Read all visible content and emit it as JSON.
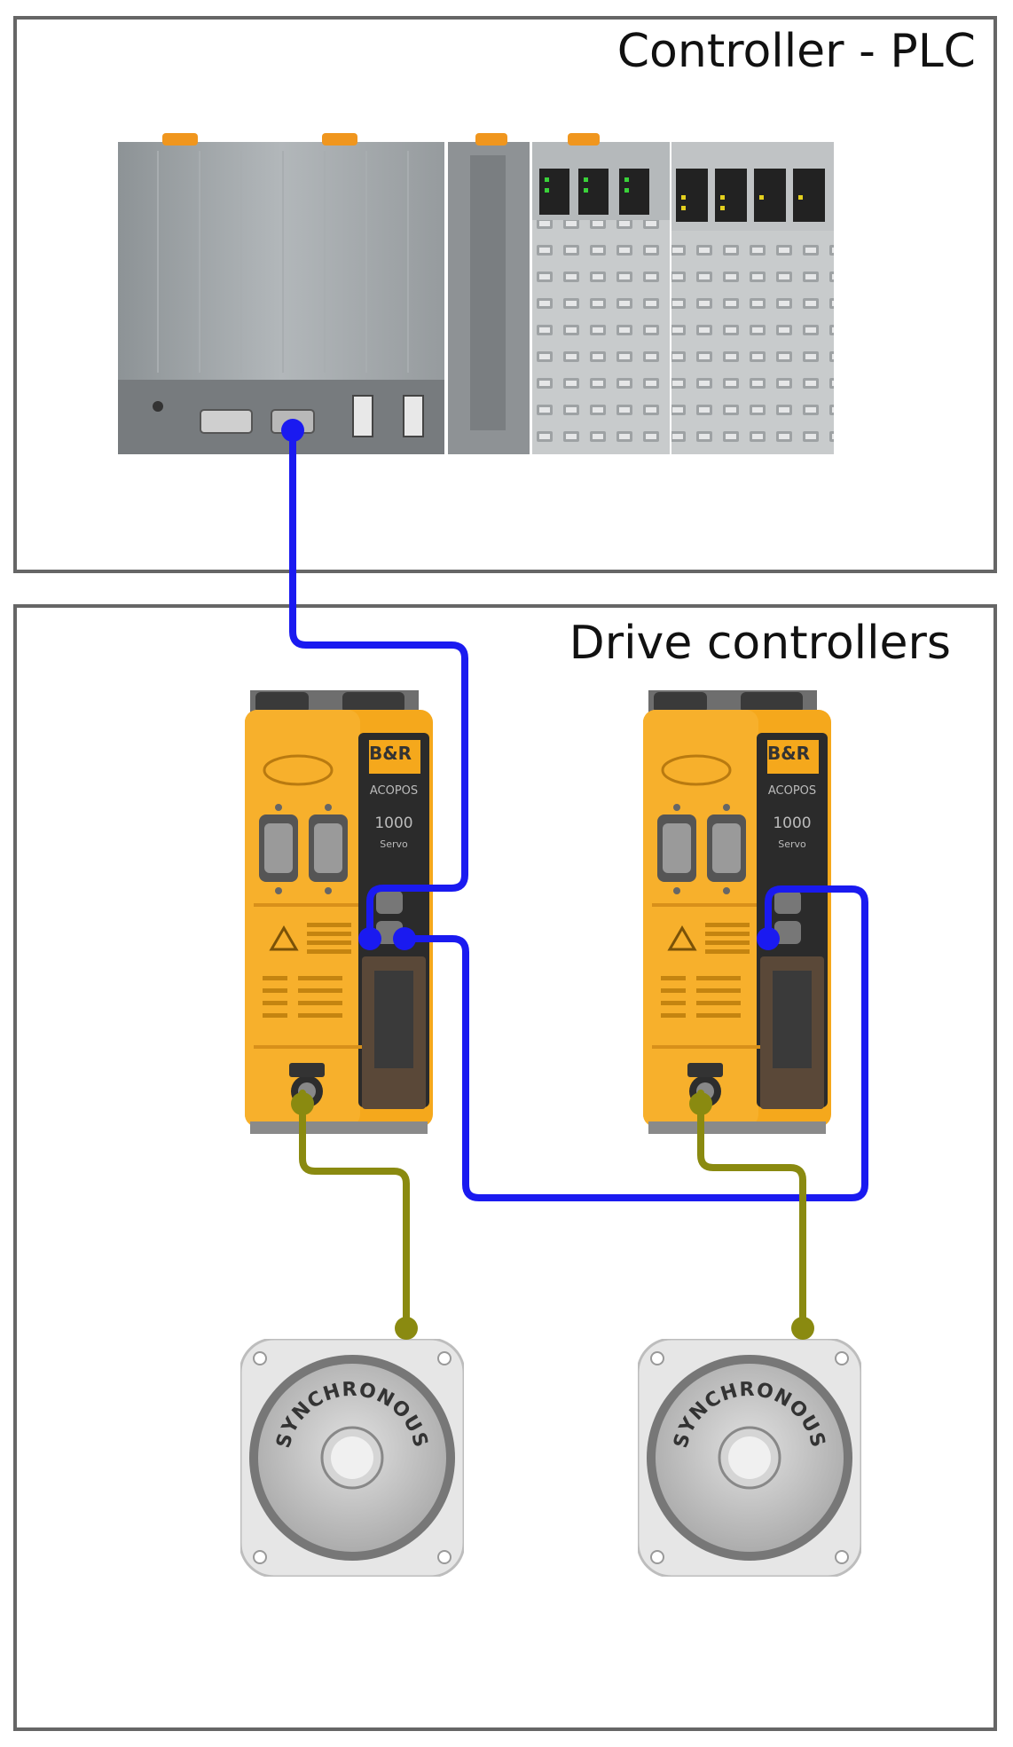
{
  "sections": {
    "controller_title": "Controller - PLC",
    "drives_title": "Drive controllers"
  },
  "drive": {
    "brand": "B&R",
    "name": "ACOPOS",
    "model": "1000",
    "subtitle": "Servo"
  },
  "motor": {
    "text": "SYNCHRONOUS"
  },
  "colors": {
    "frame": "#666666",
    "ethernet_cable": "#1a1af0",
    "motor_cable": "#8a8a10",
    "drive_body": "#f5a81c",
    "plc_body": "#9ea3a6",
    "motor_face": "#bfbfbf"
  }
}
